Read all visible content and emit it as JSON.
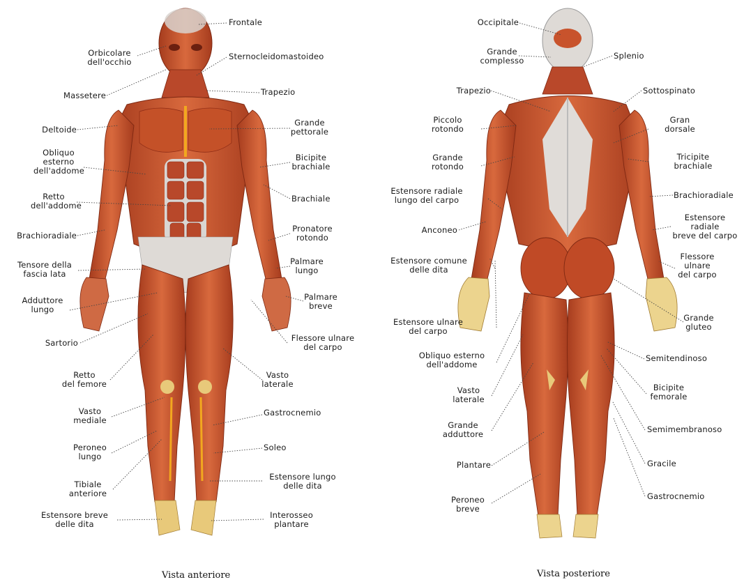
{
  "colors": {
    "muscle": "#c8532c",
    "muscle_dark": "#8e2c16",
    "muscle_light": "#e08a5c",
    "tendon": "#e7e4e0",
    "bone": "#e8c97a"
  },
  "anterior": {
    "caption": "Vista anteriore",
    "labels": [
      "Frontale",
      "Orbicolare\ndell'occhio",
      "Sternocleidomastoideo",
      "Massetere",
      "Trapezio",
      "Deltoide",
      "Grande\npettorale",
      "Obliquo\nesterno\ndell'addome",
      "Bicipite\nbrachiale",
      "Retto\ndell'addome",
      "Brachiale",
      "Brachioradiale",
      "Pronatore\nrotondo",
      "Tensore della\nfascia lata",
      "Palmare\nlungo",
      "Adduttore\nlungo",
      "Palmare\nbreve",
      "Sartorio",
      "Flessore ulnare\ndel carpo",
      "Retto\ndel femore",
      "Vasto\nlaterale",
      "Vasto\nmediale",
      "Gastrocnemio",
      "Peroneo\nlungo",
      "Soleo",
      "Tibiale\nanteriore",
      "Estensore lungo\ndelle dita",
      "Estensore breve\ndelle dita",
      "Interosseo\nplantare"
    ]
  },
  "posterior": {
    "caption": "Vista posteriore",
    "labels": [
      "Occipitale",
      "Grande\ncomplesso",
      "Splenio",
      "Trapezio",
      "Sottospinato",
      "Piccolo\nrotondo",
      "Gran\ndorsale",
      "Grande\nrotondo",
      "Tricipite\nbrachiale",
      "Estensore radiale\nlungo del carpo",
      "Brachioradiale",
      "Anconeo",
      "Estensore\nradiale\nbreve del carpo",
      "Estensore comune\ndelle dita",
      "Flessore\nulnare\ndel carpo",
      "Estensore ulnare\ndel carpo",
      "Grande\ngluteo",
      "Obliquo esterno\ndell'addome",
      "Semitendinoso",
      "Vasto\nlaterale",
      "Bicipite\nfemorale",
      "Grande\nadduttore",
      "Semimembranoso",
      "Plantare",
      "Gracile",
      "Peroneo\nbreve",
      "Gastrocnemio"
    ]
  }
}
